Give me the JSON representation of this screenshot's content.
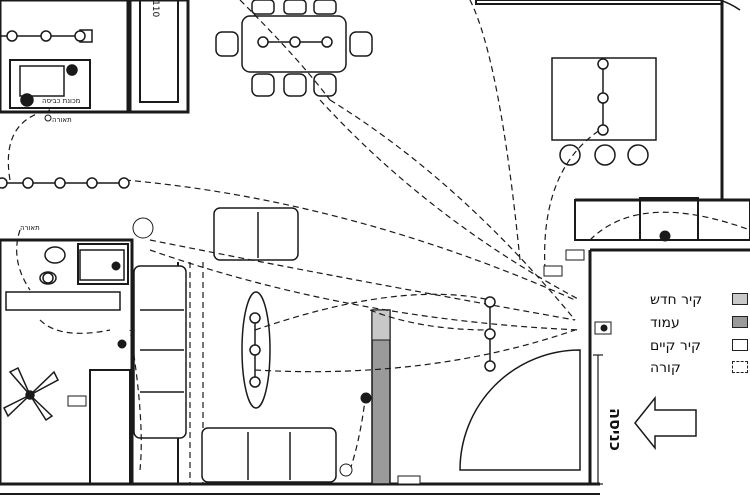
{
  "legend": {
    "items": [
      {
        "label": "קיר חדש",
        "fill": "#c8c8c8",
        "style": "solid"
      },
      {
        "label": "עמוד",
        "fill": "#9a9a9a",
        "style": "solid"
      },
      {
        "label": "קיר קיים",
        "fill": "#ffffff",
        "style": "solid"
      },
      {
        "label": "קורה",
        "fill": "#ffffff",
        "style": "dashed"
      }
    ]
  },
  "labels": {
    "entrance": "כניסה",
    "top_vertical": "110",
    "small_top_left": "מכונת כביסה",
    "small_label_a": "תאורה",
    "small_label_b": "תאורה"
  },
  "colors": {
    "line": "#1a1a1a",
    "new_wall": "#c8c8c8",
    "column": "#9a9a9a"
  }
}
